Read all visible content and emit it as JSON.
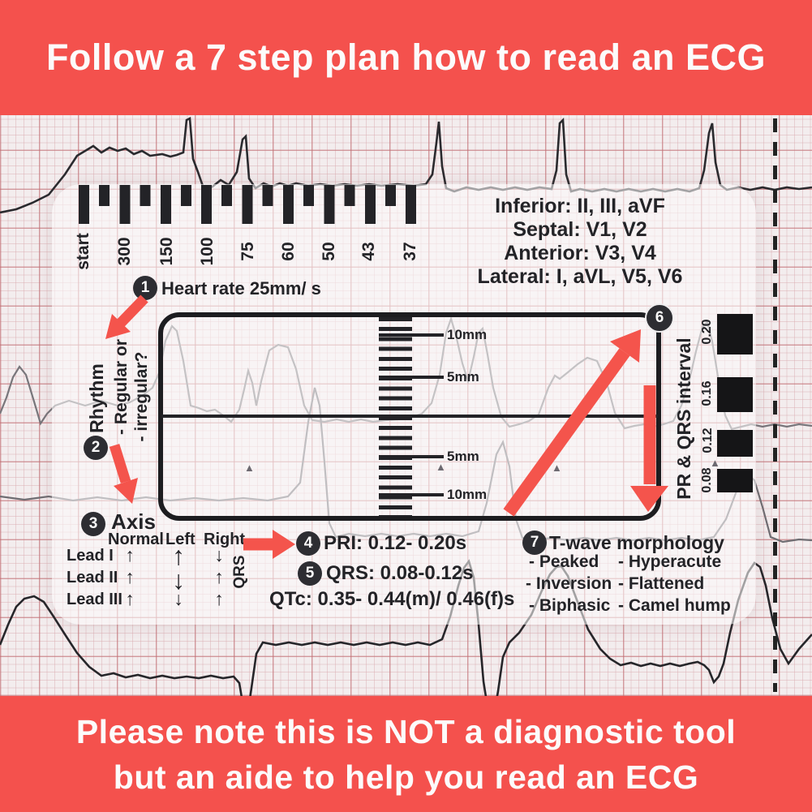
{
  "colors": {
    "banner": "#f4514d",
    "arrow": "#f4544c",
    "ink": "#232327",
    "badge": "#2d2d32",
    "paper": "#f3edee",
    "trace": "#2a2a2e"
  },
  "banner_top": {
    "text": "Follow a 7 step plan how to read an ECG"
  },
  "banner_bottom": {
    "line1": "Please note this is NOT a diagnostic tool",
    "line2": "but an aide to help you read an ECG"
  },
  "tool": {
    "heart_rate_scale": {
      "labels": [
        "start",
        "300",
        "150",
        "100",
        "75",
        "60",
        "50",
        "43",
        "37"
      ]
    },
    "lead_regions": {
      "lines": [
        "Inferior: II, III, aVF",
        "Septal: V1, V2",
        "Anterior: V3, V4",
        "Lateral: I, aVL, V5, V6"
      ]
    },
    "step1": {
      "number": "1",
      "label": "Heart rate 25mm/ s"
    },
    "step2": {
      "number": "2",
      "title": "Rhythm",
      "option1": "- Regular or",
      "option2": "- irregular?"
    },
    "step3": {
      "number": "3",
      "title": "Axis",
      "columns": [
        "Normal",
        "Left",
        "Right"
      ],
      "rows": [
        {
          "label": "Lead I",
          "normal": "↑",
          "left": "↑",
          "right": "↓"
        },
        {
          "label": "Lead II",
          "normal": "↑",
          "left": "↓",
          "right": "↑"
        },
        {
          "label": "Lead III",
          "normal": "↑",
          "left": "↓",
          "right": "↑"
        }
      ],
      "qrs_label": "QRS"
    },
    "step4": {
      "number": "4",
      "label": "PRI: 0.12- 0.20s"
    },
    "step5": {
      "number": "5",
      "label": "QRS: 0.08-0.12s"
    },
    "qtc": {
      "label": "QTc: 0.35- 0.44(m)/ 0.46(f)s"
    },
    "step6": {
      "number": "6"
    },
    "step7": {
      "number": "7",
      "title": "T-wave morphology",
      "left_items": [
        "- Peaked",
        "- Inversion",
        "- Biphasic"
      ],
      "right_items": [
        "- Hyperacute",
        "- Flattened",
        "- Camel hump"
      ]
    },
    "amplitude_scale": {
      "labels": [
        "10mm",
        "5mm",
        "5mm",
        "10mm"
      ]
    },
    "interval_scale": {
      "title": "PR & QRS interval",
      "ticks": [
        "0.20",
        "0.16",
        "0.12",
        "0.08"
      ]
    }
  }
}
